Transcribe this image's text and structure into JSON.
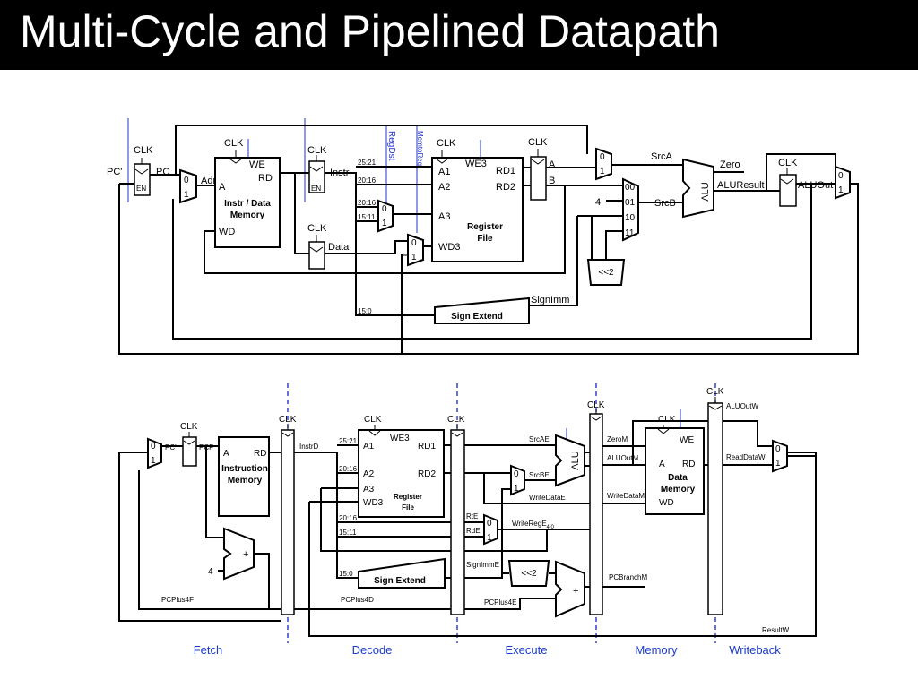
{
  "title": "Multi-Cycle and Pipelined Datapath",
  "multicycle": {
    "clk": "CLK",
    "en": "EN",
    "pc_prime": "PC'",
    "pc": "PC",
    "adr": "Adr",
    "instr": "Instr",
    "data": "Data",
    "we": "WE",
    "we3": "WE3",
    "a": "A",
    "rd": "RD",
    "wd": "WD",
    "mem_line1": "Instr / Data",
    "mem_line2": "Memory",
    "a1": "A1",
    "a2": "A2",
    "a3": "A3",
    "wd3": "WD3",
    "rd1": "RD1",
    "rd2": "RD2",
    "regfile_line1": "Register",
    "regfile_line2": "File",
    "f2521": "25:21",
    "f2016a": "20:16",
    "f2016b": "20:16",
    "f1511": "15:11",
    "f150": "15:0",
    "regdst": "RegDst",
    "memtoreg": "MemtoReg",
    "reg_a": "A",
    "reg_b": "B",
    "srca": "SrcA",
    "srcb": "SrcB",
    "zero": "Zero",
    "aluresult": "ALUResult",
    "aluout": "ALUOut",
    "alu": "ALU",
    "four": "4",
    "m00": "00",
    "m01": "01",
    "m10": "10",
    "m11": "11",
    "shift": "<<2",
    "signimm": "SignImm",
    "signext": "Sign Extend",
    "zero_sel": "0",
    "one_sel": "1"
  },
  "pipeline": {
    "clk": "CLK",
    "pc_prime": "PC'",
    "pcf": "PCF",
    "a": "A",
    "rd": "RD",
    "imem_line1": "Instruction",
    "imem_line2": "Memory",
    "instrd": "InstrD",
    "we3": "WE3",
    "we": "WE",
    "a1": "A1",
    "a2": "A2",
    "a3": "A3",
    "wd3": "WD3",
    "rd1": "RD1",
    "rd2": "RD2",
    "regfile_line1": "Register",
    "regfile_line2": "File",
    "f2521": "25:21",
    "f2016a": "20:16",
    "f2016b": "20:16",
    "f1511": "15:11",
    "f150": "15:0",
    "srcae": "SrcAE",
    "srcbe": "SrcBE",
    "writedatae": "WriteDataE",
    "rte": "RtE",
    "rde": "RdE",
    "writerege": "WriteRegE",
    "writerege_sub": "4:0",
    "signimme": "SignImmE",
    "signext": "Sign Extend",
    "shift": "<<2",
    "plus": "+",
    "four": "4",
    "pcplus4f": "PCPlus4F",
    "pcplus4d": "PCPlus4D",
    "pcplus4e": "PCPlus4E",
    "pcbranchm": "PCBranchM",
    "zerom": "ZeroM",
    "aluoutm": "ALUOutM",
    "writedatam": "WriteDataM",
    "aluoutw": "ALUOutW",
    "readdataw": "ReadDataW",
    "resultw": "ResultW",
    "alu": "ALU",
    "dmem_line1": "Data",
    "dmem_line2": "Memory",
    "wd": "WD",
    "zero_sel": "0",
    "one_sel": "1"
  },
  "stages": [
    "Fetch",
    "Decode",
    "Execute",
    "Memory",
    "Writeback"
  ],
  "colors": {
    "title_bar": "#000000",
    "title_text": "#ffffff",
    "stage_labels": "#1a3bcc",
    "control_lines": "#2233cc"
  }
}
